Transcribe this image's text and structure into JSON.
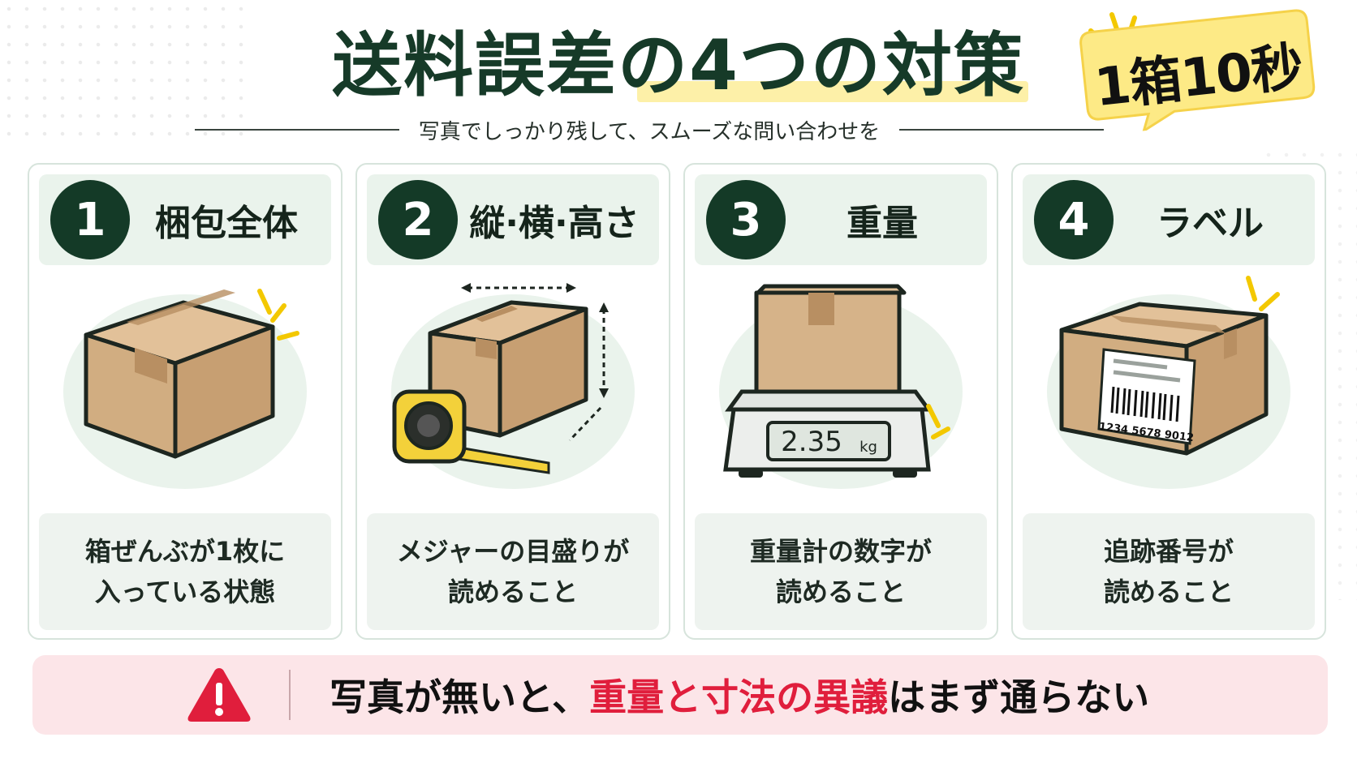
{
  "header": {
    "title": "送料誤差の4つの対策",
    "subtitle": "写真でしっかり残して、スムーズな問い合わせを",
    "badge": "1箱10秒"
  },
  "cards": [
    {
      "number": "1",
      "title": "梱包全体",
      "desc_line1": "箱ぜんぶが1枚に",
      "desc_line2": "入っている状態"
    },
    {
      "number": "2",
      "title": "縦·横·高さ",
      "desc_line1": "メジャーの目盛りが",
      "desc_line2": "読めること"
    },
    {
      "number": "3",
      "title": "重量",
      "desc_line1": "重量計の数字が",
      "desc_line2": "読めること",
      "scale_reading": "2.35",
      "scale_unit": "kg"
    },
    {
      "number": "4",
      "title": "ラベル",
      "desc_line1": "追跡番号が",
      "desc_line2": "読めること",
      "tracking_number": "1234 5678 9012"
    }
  ],
  "warning": {
    "text_before": "写真が無いと、",
    "text_emphasis": "重量と寸法の異議",
    "text_after": "はまず通らない"
  },
  "colors": {
    "dark_green": "#143a27",
    "warning_red": "#e01e3c",
    "badge_yellow": "#fdea86",
    "box_tan": "#d6b389"
  }
}
